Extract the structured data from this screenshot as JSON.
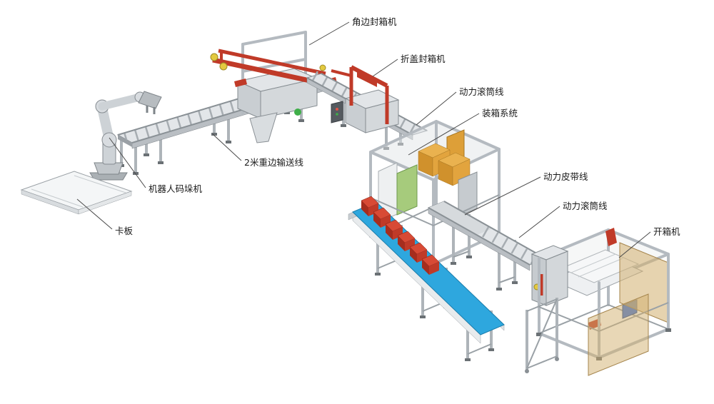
{
  "diagram": {
    "type": "packaging-line-3d-layout",
    "background": "#ffffff",
    "colors": {
      "machine_gray": "#cdd2d6",
      "frame_gray": "#b4bac0",
      "accent_red": "#c03a28",
      "belt_blue": "#2ea7de",
      "box_orange": "#e2a43e",
      "panel_tan": "#d2af6e",
      "panel_green": "#a6cb7c",
      "label_color": "#1a1a1a",
      "leader_color": "#4a4a4a"
    },
    "labels": [
      {
        "id": "corner-edge-sealer",
        "text": "角边封箱机"
      },
      {
        "id": "flap-fold-sealer",
        "text": "折盖封箱机"
      },
      {
        "id": "power-roller-line-top",
        "text": "动力滚筒线"
      },
      {
        "id": "case-packing-system",
        "text": "装箱系统"
      },
      {
        "id": "power-belt-line",
        "text": "动力皮带线"
      },
      {
        "id": "power-roller-line-bottom",
        "text": "动力滚筒线"
      },
      {
        "id": "case-erector",
        "text": "开箱机"
      },
      {
        "id": "heavy-conveyor-2m",
        "text": "2米重边输送线"
      },
      {
        "id": "robot-palletizer",
        "text": "机器人码垛机"
      },
      {
        "id": "pallet",
        "text": "卡板"
      }
    ]
  }
}
